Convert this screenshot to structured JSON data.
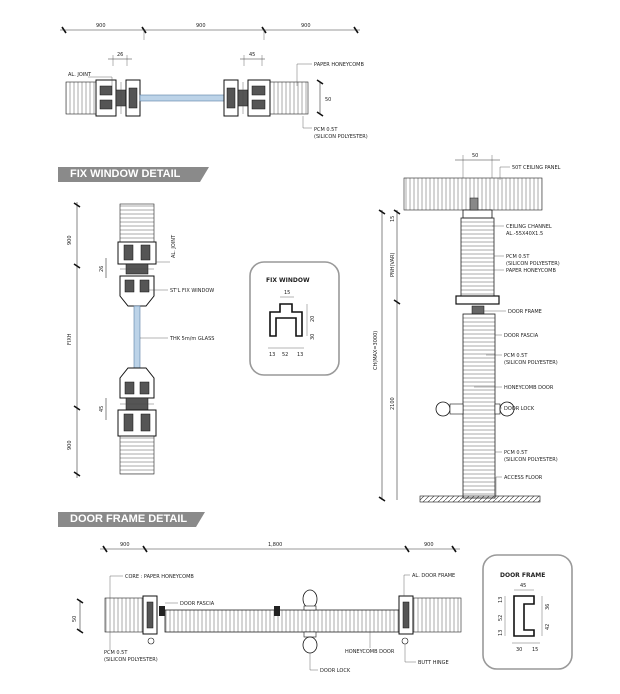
{
  "sections": {
    "fix_window_detail": "FIX WINDOW DETAIL",
    "door_frame_detail": "DOOR FRAME DETAIL"
  },
  "top_plan": {
    "dims": [
      "900",
      "900",
      "900"
    ],
    "dim_26": "26",
    "dim_45": "45",
    "dim_50": "50",
    "label_joint": "AL. JOINT",
    "label_honeycomb": "PAPER HONEYCOMB",
    "label_pcm_1": "PCM 0.5T",
    "label_pcm_2": "(SILICON POLYESTER)"
  },
  "fix_window_section": {
    "dim_900_top": "900",
    "dim_26": "26",
    "dim_fixh": "FIXH",
    "dim_45": "45",
    "dim_900_bottom": "900",
    "label_joint": "AL. JOINT",
    "label_stl": "ST'L FIX WINDOW",
    "label_glass": "THK 5m/m GLASS"
  },
  "fix_window_card": {
    "title": "FIX WINDOW",
    "dim_15": "15",
    "dim_20": "20",
    "dim_30": "30",
    "dim_13a": "13",
    "dim_52": "52",
    "dim_13b": "13"
  },
  "door_section": {
    "dim_50": "50",
    "dim_15": "15",
    "dim_pnh": "PNH(VAR)",
    "dim_ch": "CH(MAX=3000)",
    "dim_2100": "2100",
    "label_ceiling": "50T CEILING PANEL",
    "label_channel_1": "CEILING CHANNEL",
    "label_channel_2": "AL.-55X40X1.5",
    "label_pcm_a1": "PCM 0.5T",
    "label_pcm_a2": "(SILICON POLYESTER)",
    "label_paper": "PAPER HONEYCOMB",
    "label_frame": "DOOR FRAME",
    "label_fascia": "DOOR FASCIA",
    "label_pcm_b1": "PCM 0.5T",
    "label_pcm_b2": "(SILICON POLYESTER)",
    "label_hc_door": "HONEYCOMB DOOR",
    "label_lock": "DOOR LOCK",
    "label_pcm_c1": "PCM 0.5T",
    "label_pcm_c2": "(SILICON POLYESTER)",
    "label_floor": "ACCESS FLOOR"
  },
  "door_plan": {
    "dims": [
      "900",
      "1,800",
      "900"
    ],
    "dim_50": "50",
    "label_core": "CORE : PAPER HONEYCOMB",
    "label_fascia": "DOOR FASCIA",
    "label_pcm_1": "PCM 0.5T",
    "label_pcm_2": "(SILICON POLYESTER)",
    "label_lock": "DOOR LOCK",
    "label_hc_door": "HONEYCOMB DOOR",
    "label_al_frame": "AL. DOOR FRAME",
    "label_hinge": "BUTT HINGE"
  },
  "door_frame_card": {
    "title": "DOOR FRAME",
    "dim_45": "45",
    "dim_13a": "13",
    "dim_52": "52",
    "dim_13b": "13",
    "dim_36": "36",
    "dim_42": "42",
    "dim_30": "30",
    "dim_15": "15"
  }
}
